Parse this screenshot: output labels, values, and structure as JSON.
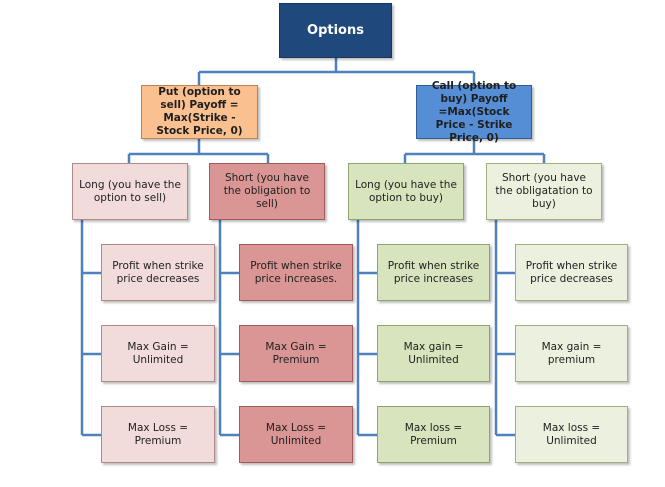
{
  "root": {
    "label": "Options"
  },
  "branches": {
    "put": {
      "label": "Put (option to sell) Payoff = Max(Strike - Stock Price, 0)"
    },
    "call": {
      "label": "Call (option to buy) Payoff =Max(Stock Price - Strike Price, 0)"
    }
  },
  "positions": {
    "long_put": {
      "label": "Long (you have the option to sell)",
      "profit": "Profit when strike price decreases",
      "max_gain": "Max Gain = Unlimited",
      "max_loss": "Max Loss = Premium"
    },
    "short_put": {
      "label": "Short (you have the obligation to sell)",
      "profit": "Profit when strike price increases.",
      "max_gain": "Max Gain = Premium",
      "max_loss": "Max Loss = Unlimited"
    },
    "long_call": {
      "label": "Long (you have the option to buy)",
      "profit": "Profit when strike price increases",
      "max_gain": "Max gain = Unlimited",
      "max_loss": "Max loss = Premium"
    },
    "short_call": {
      "label": "Short (you have the obligatation to buy)",
      "profit": "Profit when strike price decreases",
      "max_gain": "Max gain = premium",
      "max_loss": "Max loss = Unlimited"
    }
  },
  "colors": {
    "root": "#1f497d",
    "put": "#fac090",
    "call": "#558ed5",
    "long_put": "#f2dcdb",
    "short_put": "#da9694",
    "long_call": "#d7e4bd",
    "short_call": "#ebf1de",
    "connector": "#4f81bd"
  }
}
